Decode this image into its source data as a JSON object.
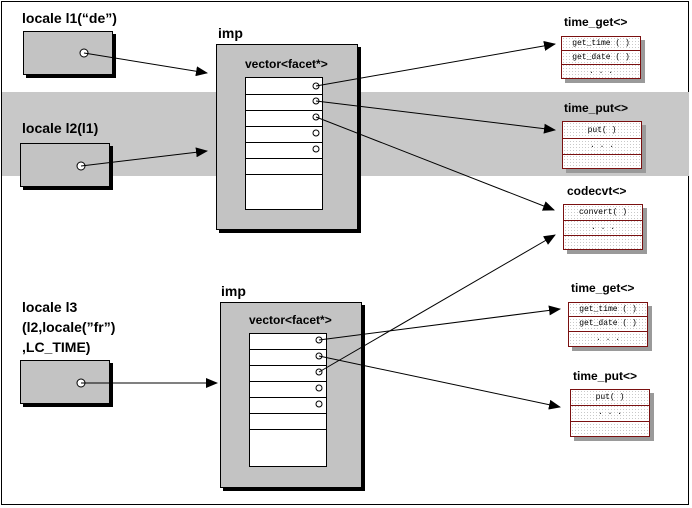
{
  "locales": {
    "l1": {
      "label": "locale l1(“de”)"
    },
    "l2": {
      "label": "locale l2(l1)"
    },
    "l3": {
      "lines": [
        "locale l3",
        "(l2,locale(”fr”)",
        ",LC_TIME)"
      ]
    }
  },
  "imps": [
    {
      "title": "imp",
      "vector_label": "vector<facet*>"
    },
    {
      "title": "imp",
      "vector_label": "vector<facet*>"
    }
  ],
  "facets": {
    "time_get_1": {
      "title": "time_get<>",
      "rows": [
        "get_time ( )",
        "get_date ( )",
        ". . ."
      ]
    },
    "time_put_1": {
      "title": "time_put<>",
      "rows": [
        "put( )",
        ". . ."
      ]
    },
    "codecvt": {
      "title": "codecvt<>",
      "rows": [
        "convert( )",
        ". . ."
      ]
    },
    "time_get_2": {
      "title": "time_get<>",
      "rows": [
        "get_time ( )",
        "get_date ( )",
        ". . ."
      ]
    },
    "time_put_2": {
      "title": "time_put<>",
      "rows": [
        "put( )",
        ". . ."
      ]
    }
  },
  "colors": {
    "band": "#c8c8c8",
    "box_fill": "#c3c3c3",
    "facet_border": "#7a1010"
  }
}
